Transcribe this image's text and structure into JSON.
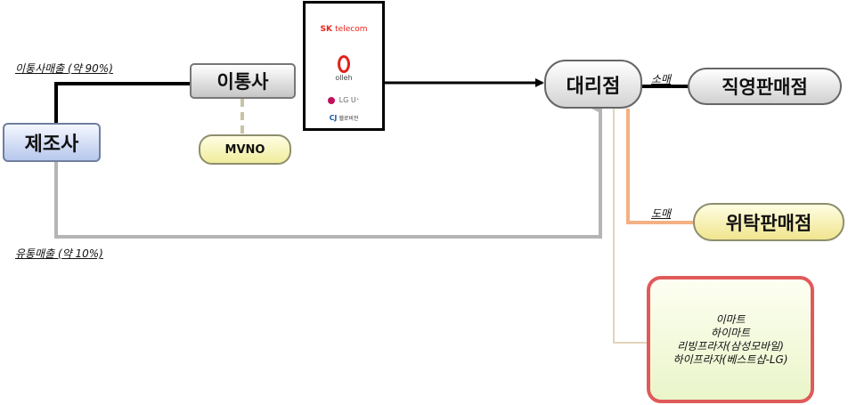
{
  "nodes": {
    "manufacturer": "제조사",
    "carrier": "이통사",
    "mvno": "MVNO",
    "agency": "대리점",
    "direct_store": "직영판매점",
    "consign_store": "위탁판매점"
  },
  "labels": {
    "carrier_sales": "이통사매출 (약 90%)",
    "distribution_sales": "유통매출 (약 10%)",
    "retail": "소매",
    "wholesale": "도매"
  },
  "logos": {
    "sk_brand": "SK",
    "sk_telecom": "telecom",
    "olleh": "olleh",
    "lgu": "LG U⁺",
    "cj_mark": "CJ",
    "cj_text": "헬로비전"
  },
  "large_retailers": [
    "이마트",
    "하이마트",
    "리빙프라자(삼성모바일)",
    "하이프라자(베스트샵-LG)"
  ],
  "colors": {
    "main_line": "#000000",
    "distribution_line": "#b5b5b5",
    "wholesale_line": "#f4b183",
    "mvno_link": "#c9c3a6",
    "large_retail_link": "#d9c6a6",
    "large_retail_border": "#e05a5a"
  }
}
